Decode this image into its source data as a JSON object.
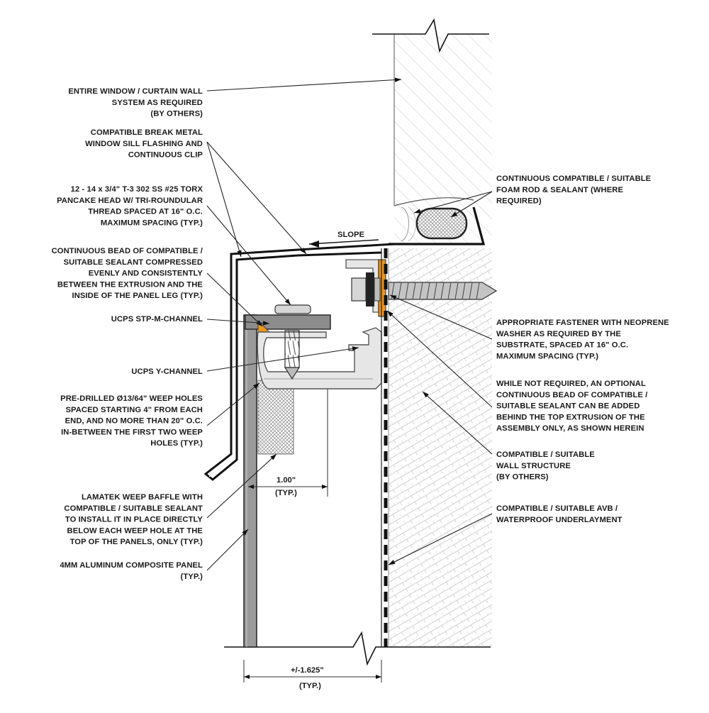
{
  "diagram": {
    "notes_left": [
      {
        "id": "window-system",
        "lines": [
          "ENTIRE WINDOW / CURTAIN WALL",
          "SYSTEM AS REQUIRED",
          "(BY OTHERS)"
        ]
      },
      {
        "id": "sill-flashing",
        "lines": [
          "COMPATIBLE BREAK METAL",
          "WINDOW SILL FLASHING AND",
          "CONTINUOUS CLIP"
        ]
      },
      {
        "id": "torx-screw",
        "lines": [
          "12 - 14 x 3/4\" T-3 302 SS #25 TORX",
          "PANCAKE HEAD W/ TRI-ROUNDULAR",
          "THREAD SPACED AT 16\" O.C.",
          "MAXIMUM SPACING (TYP.)"
        ]
      },
      {
        "id": "sealant-bead",
        "lines": [
          "CONTINUOUS BEAD OF COMPATIBLE /",
          "SUITABLE SEALANT COMPRESSED",
          "EVENLY AND CONSISTENTLY",
          "BETWEEN THE EXTRUSION AND THE",
          "INSIDE OF THE PANEL LEG (TYP.)"
        ]
      },
      {
        "id": "stp-m-channel",
        "lines": [
          "UCPS STP-M-CHANNEL"
        ]
      },
      {
        "id": "y-channel",
        "lines": [
          "UCPS Y-CHANNEL"
        ]
      },
      {
        "id": "weep-holes",
        "lines": [
          "PRE-DRILLED Ø13/64\" WEEP HOLES",
          "SPACED STARTING 4\" FROM EACH",
          "END, AND NO MORE THAN 20\" O.C.",
          "IN-BETWEEN THE FIRST TWO WEEP",
          "HOLES (TYP.)"
        ]
      },
      {
        "id": "weep-baffle",
        "lines": [
          "LAMATEK WEEP BAFFLE WITH",
          "COMPATIBLE / SUITABLE SEALANT",
          "TO INSTALL IT IN PLACE DIRECTLY",
          "BELOW EACH WEEP HOLE AT THE",
          "TOP OF THE PANELS, ONLY (TYP.)"
        ]
      },
      {
        "id": "acm-panel",
        "lines": [
          "4MM ALUMINUM COMPOSITE PANEL",
          "(TYP.)"
        ]
      }
    ],
    "notes_right": [
      {
        "id": "foam-rod",
        "lines": [
          "CONTINUOUS COMPATIBLE / SUITABLE",
          "FOAM ROD & SEALANT (WHERE",
          "REQUIRED)"
        ]
      },
      {
        "id": "fastener",
        "lines": [
          "APPROPRIATE FASTENER WITH NEOPRENE",
          "WASHER AS REQUIRED BY THE",
          "SUBSTRATE, SPACED AT 16\" O.C.",
          "MAXIMUM SPACING (TYP.)"
        ]
      },
      {
        "id": "optional-sealant",
        "lines": [
          "WHILE NOT REQUIRED,  AN OPTIONAL",
          "CONTINUOUS BEAD OF COMPATIBLE /",
          "SUITABLE SEALANT CAN BE ADDED",
          "BEHIND THE TOP EXTRUSION OF THE",
          "ASSEMBLY ONLY, AS SHOWN HEREIN"
        ]
      },
      {
        "id": "wall-structure",
        "lines": [
          "COMPATIBLE / SUITABLE",
          "WALL STRUCTURE",
          "(BY OTHERS)"
        ]
      },
      {
        "id": "avb",
        "lines": [
          "COMPATIBLE / SUITABLE AVB /",
          "WATERPROOF UNDERLAYMENT"
        ]
      }
    ],
    "slope_label": "SLOPE",
    "dim_1": {
      "value": "1.00\"",
      "note": "(TYP.)"
    },
    "dim_2": {
      "value": "+/-1.625\"",
      "note": "(TYP.)"
    },
    "colors": {
      "sealant": "#f0961e",
      "panel_fill": "#9a9a9a",
      "extrusion_fill": "#e6e6e6",
      "channel_fill": "#8c8c8c",
      "flashing": "#111111",
      "hatch": "#bdbdbd"
    },
    "icons": [
      "torx-screw-icon",
      "substrate-fastener-icon",
      "neoprene-washer-icon",
      "foam-rod-icon",
      "break-line-icon"
    ]
  }
}
